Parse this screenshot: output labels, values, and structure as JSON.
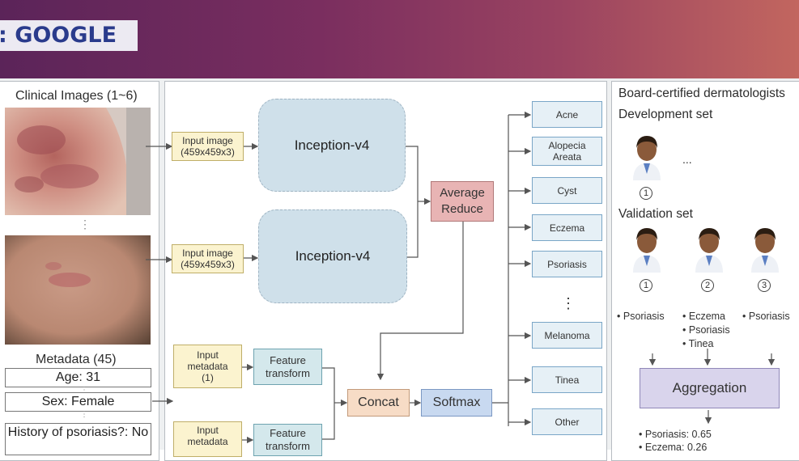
{
  "header": {
    "brand": ": GOOGLE"
  },
  "input_panel": {
    "images_title": "Clinical Images (1~6)",
    "vdots": "⋮",
    "metadata_title": "Metadata (45)",
    "fields": [
      "Age: 31",
      "Sex: Female",
      "History of psoriasis?: No"
    ]
  },
  "model": {
    "input_image_label": "Input image\n(459x459x3)",
    "backbone": "Inception-v4",
    "average_reduce": "Average\nReduce",
    "input_metadata_1": "Input\nmetadata\n(1)",
    "input_metadata_2": "Input\nmetadata",
    "feature_transform": "Feature\ntransform",
    "concat": "Concat",
    "softmax": "Softmax",
    "classes": [
      "Acne",
      "Alopecia\nAreata",
      "Cyst",
      "Eczema",
      "Psoriasis",
      "Melanoma",
      "Tinea",
      "Other"
    ],
    "vdots": "⋮"
  },
  "derm_panel": {
    "title": "Board-certified dermatologists",
    "development_set": "Development set",
    "ellipsis": "...",
    "validation_set": "Validation set",
    "numbers": [
      "1",
      "1",
      "2",
      "3"
    ],
    "votes": [
      [
        "Psoriasis"
      ],
      [
        "Eczema",
        "Psoriasis",
        "Tinea"
      ],
      [
        "Psoriasis"
      ]
    ],
    "aggregation": "Aggregation",
    "result": [
      "Psoriasis: 0.65",
      "Eczema: 0.26"
    ]
  },
  "colors": {
    "banner_start": "#5b2459",
    "banner_end": "#c2665f",
    "brand_text": "#2a3b8c",
    "inception_fill": "#cfe0ea",
    "input_fill": "#fbf3cf",
    "reduce_fill": "#e8b4b4",
    "concat_fill": "#f7dcc6",
    "softmax_fill": "#c8d9f0",
    "aggregation_fill": "#d9d4ec"
  }
}
